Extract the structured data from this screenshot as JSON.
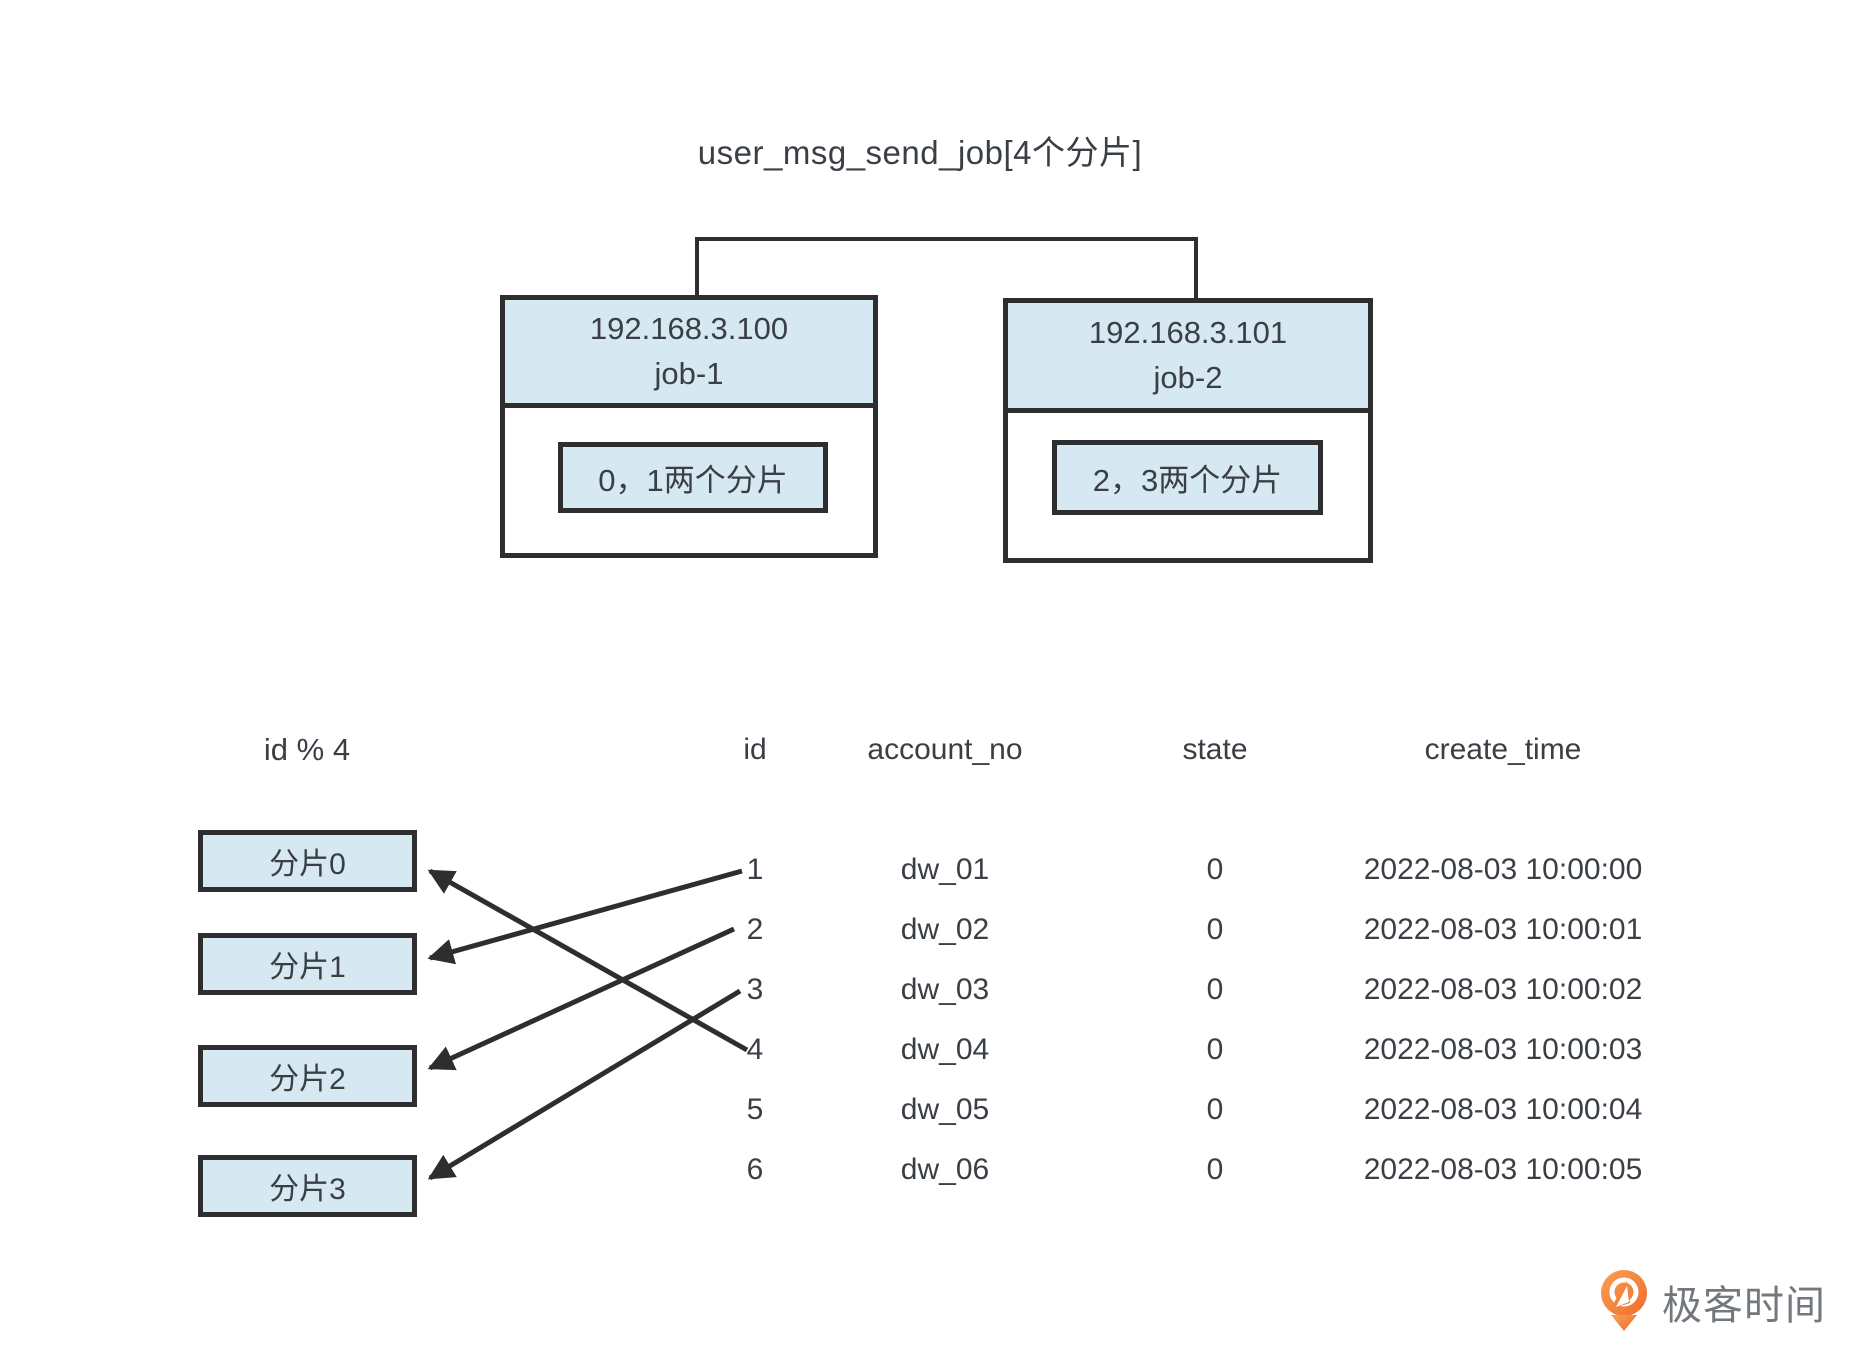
{
  "title": "user_msg_send_job[4个分片]",
  "nodes": [
    {
      "ip": "192.168.3.100",
      "job": "job-1",
      "shard_range": "0，1两个分片"
    },
    {
      "ip": "192.168.3.101",
      "job": "job-2",
      "shard_range": "2，3两个分片"
    }
  ],
  "mod_label": "id % 4",
  "shards": [
    {
      "label": "分片0"
    },
    {
      "label": "分片1"
    },
    {
      "label": "分片2"
    },
    {
      "label": "分片3"
    }
  ],
  "arrows": [
    {
      "from_id": "1",
      "to_shard": "分片1"
    },
    {
      "from_id": "2",
      "to_shard": "分片2"
    },
    {
      "from_id": "3",
      "to_shard": "分片3"
    },
    {
      "from_id": "4",
      "to_shard": "分片0"
    }
  ],
  "table": {
    "headers": [
      "id",
      "account_no",
      "state",
      "create_time"
    ],
    "rows": [
      {
        "id": "1",
        "account_no": "dw_01",
        "state": "0",
        "create_time": "2022-08-03 10:00:00"
      },
      {
        "id": "2",
        "account_no": "dw_02",
        "state": "0",
        "create_time": "2022-08-03 10:00:01"
      },
      {
        "id": "3",
        "account_no": "dw_03",
        "state": "0",
        "create_time": "2022-08-03 10:00:02"
      },
      {
        "id": "4",
        "account_no": "dw_04",
        "state": "0",
        "create_time": "2022-08-03 10:00:03"
      },
      {
        "id": "5",
        "account_no": "dw_05",
        "state": "0",
        "create_time": "2022-08-03 10:00:04"
      },
      {
        "id": "6",
        "account_no": "dw_06",
        "state": "0",
        "create_time": "2022-08-03 10:00:05"
      }
    ]
  },
  "brand": {
    "name": "极客时间"
  },
  "colors": {
    "box_fill": "#d6e8f2",
    "border": "#2e2e2e",
    "text": "#3a3f45",
    "logo_orange": "#f08441",
    "logo_orange_light": "#f9a14f",
    "brand_text": "#73787e"
  }
}
